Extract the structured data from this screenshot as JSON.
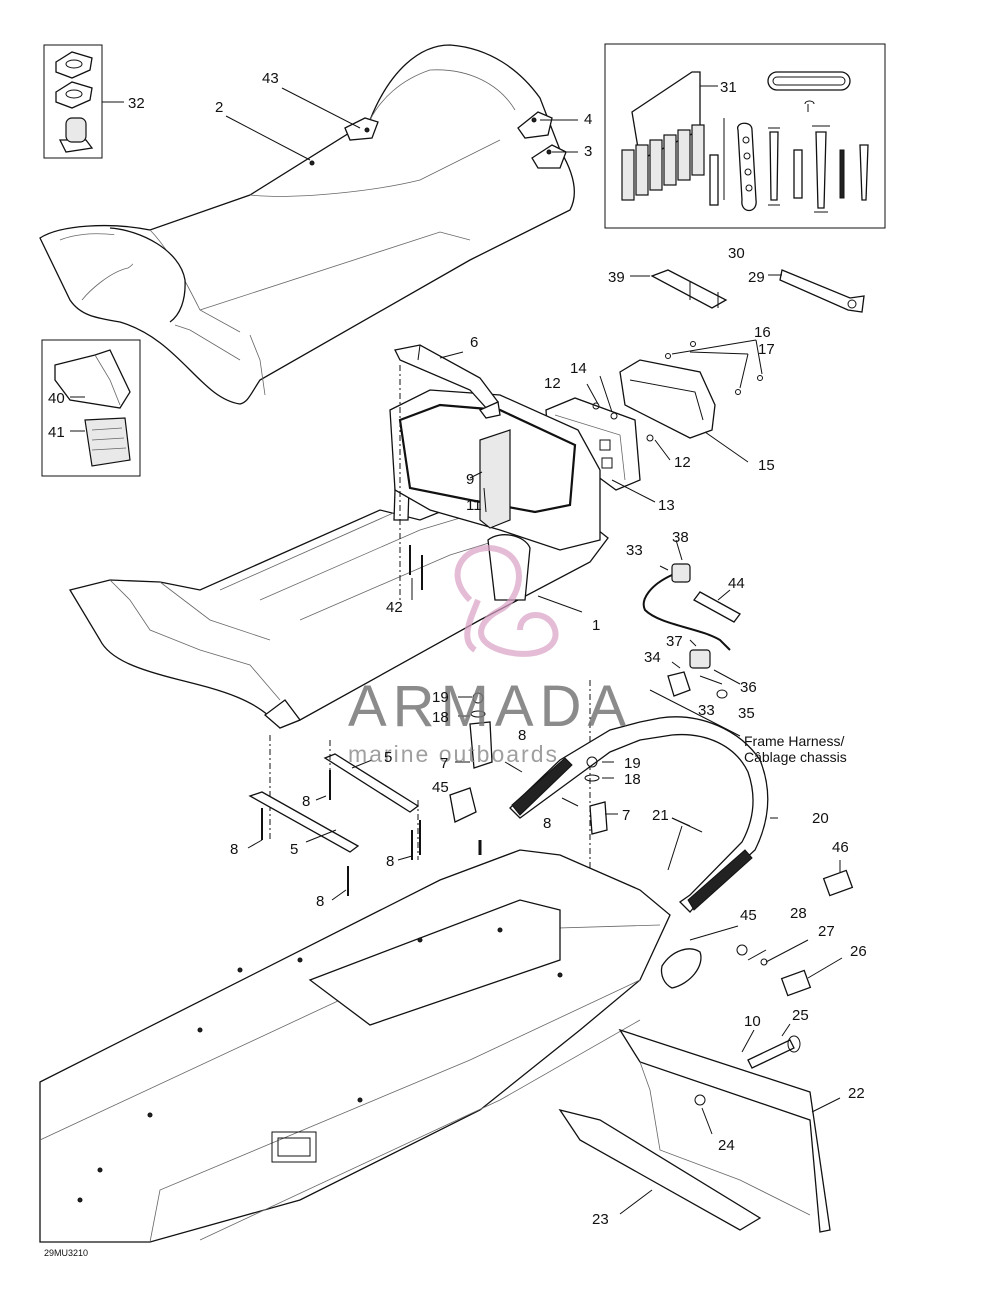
{
  "labels": {
    "l1": "1",
    "l2": "2",
    "l3": "3",
    "l4": "4",
    "l5a": "5",
    "l5b": "5",
    "l6": "6",
    "l7a": "7",
    "l7b": "7",
    "l8a": "8",
    "l8b": "8",
    "l8c": "8",
    "l8d": "8",
    "l8e": "8",
    "l8f": "8",
    "l9": "9",
    "l10": "10",
    "l11": "11",
    "l12a": "12",
    "l12b": "12",
    "l13": "13",
    "l14": "14",
    "l15": "15",
    "l16": "16",
    "l17": "17",
    "l18a": "18",
    "l18b": "18",
    "l19a": "19",
    "l19b": "19",
    "l20": "20",
    "l21": "21",
    "l22": "22",
    "l23": "23",
    "l24": "24",
    "l25": "25",
    "l26": "26",
    "l27": "27",
    "l28": "28",
    "l29": "29",
    "l30": "30",
    "l31": "31",
    "l32": "32",
    "l33a": "33",
    "l33b": "33",
    "l34": "34",
    "l35": "35",
    "l36": "36",
    "l37": "37",
    "l38": "38",
    "l39": "39",
    "l40": "40",
    "l41": "41",
    "l42": "42",
    "l43": "43",
    "l44": "44",
    "l45a": "45",
    "l45b": "45",
    "l46": "46"
  },
  "harness_label_line1": "Frame Harness/",
  "harness_label_line2": "Câblage chassis",
  "drawing_code": "29MU3210",
  "watermark": {
    "brand": "ARMADA",
    "tagline": "marine outboards",
    "logo_color": "#d9a0c4"
  }
}
